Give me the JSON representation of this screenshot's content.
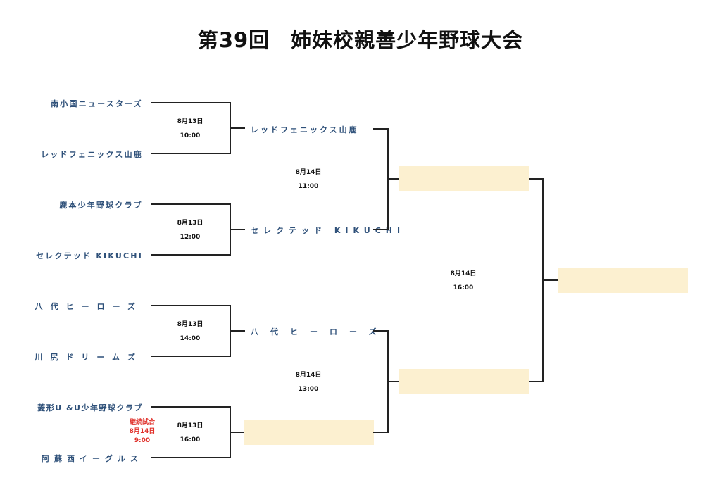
{
  "title": "第39回　姉妹校親善少年野球大会",
  "round1": [
    {
      "team_a": "南小国ニュースターズ",
      "team_b": "レッドフェニックス山鹿",
      "date": "8月13日",
      "time": "10:00"
    },
    {
      "team_a": "鹿本少年野球クラブ",
      "team_b": "セレクテッド KIKUCHI",
      "date": "8月13日",
      "time": "12:00"
    },
    {
      "team_a": "八代ヒーローズ",
      "team_b": "川尻ドリームズ",
      "date": "8月13日",
      "time": "14:00"
    },
    {
      "team_a": "菱形U &U少年野球クラブ",
      "team_b": "阿蘇西イーグルス",
      "date": "8月13日",
      "time": "16:00",
      "note": {
        "label": "継続試合",
        "date": "8月14日",
        "time": "9:00",
        "color": "#e0302a"
      }
    }
  ],
  "round2": [
    {
      "team_a": "レッドフェニックス山鹿",
      "team_b": "セレクテッド KIKUCHI",
      "date": "8月14日",
      "time": "11:00"
    },
    {
      "team_a": "八代ヒーローズ",
      "team_b": "",
      "date": "8月14日",
      "time": "13:00"
    }
  ],
  "final": {
    "date": "8月14日",
    "time": "16:00"
  },
  "colors": {
    "team_text": "#2e5079",
    "empty_slot": "#fcf0d0",
    "line": "#222222"
  }
}
